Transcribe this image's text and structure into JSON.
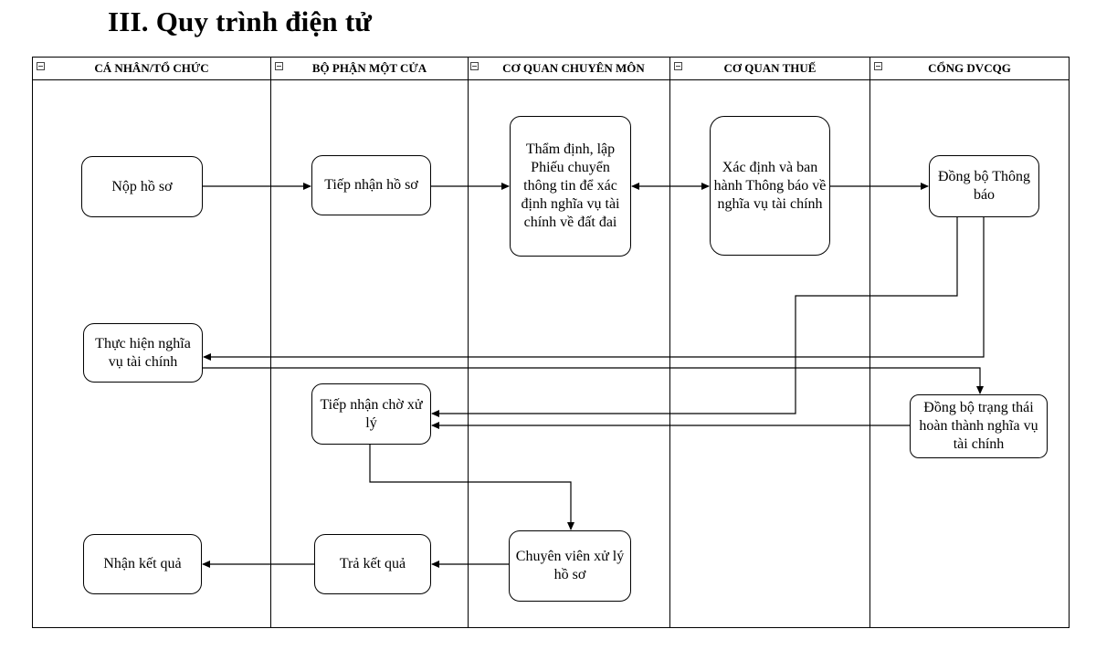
{
  "title": "III. Quy trình điện tử",
  "lanes": [
    "CÁ NHÂN/TỔ CHỨC",
    "BỘ PHẬN MỘT CỬA",
    "CƠ QUAN CHUYÊN MÔN",
    "CƠ QUAN THUẾ",
    "CỔNG DVCQG"
  ],
  "nodes": {
    "nop_ho_so": "Nộp hồ sơ",
    "tiep_nhan_ho_so": "Tiếp nhận hồ sơ",
    "tham_dinh": "Thẩm định, lập Phiếu chuyển thông tin để xác định nghĩa vụ tài chính về đất đai",
    "xac_dinh_thong_bao": "Xác định và ban hành Thông báo về nghĩa vụ tài chính",
    "dong_bo_thong_bao": "Đồng bộ Thông báo",
    "thuc_hien_nghia_vu": "Thực hiện nghĩa vụ tài chính",
    "tiep_nhan_cho_xu_ly": "Tiếp nhận chờ xử lý",
    "dong_bo_trang_thai": "Đồng bộ trạng thái hoàn thành nghĩa vụ tài chính",
    "chuyen_vien": "Chuyên viên xử lý hồ sơ",
    "tra_ket_qua": "Trả kết quả",
    "nhan_ket_qua": "Nhận kết quả"
  }
}
